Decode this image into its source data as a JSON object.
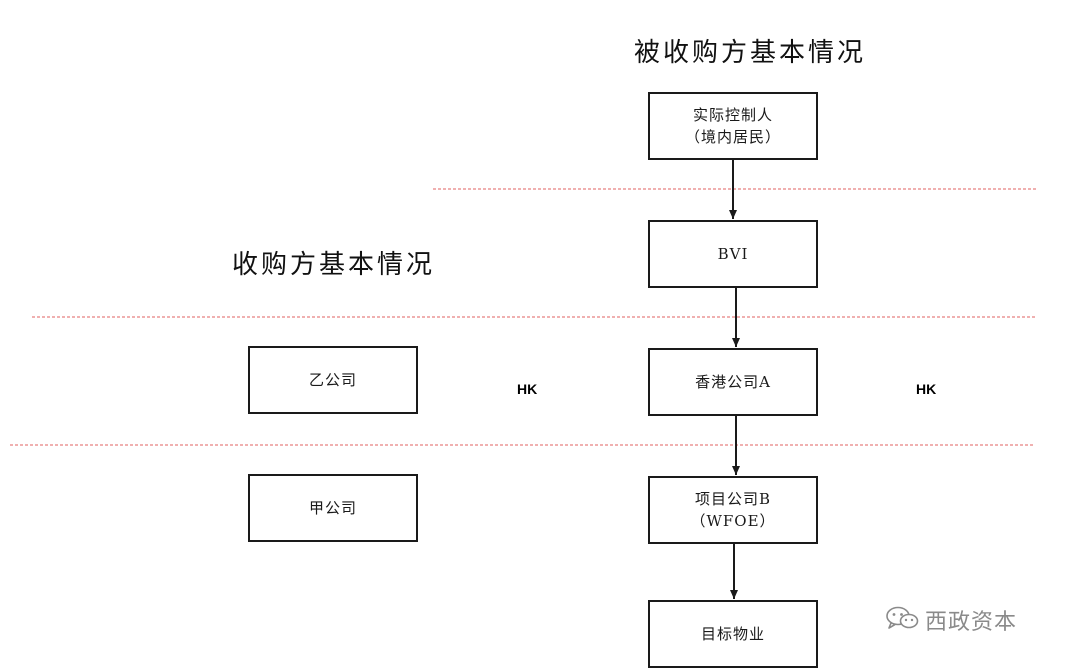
{
  "headings": {
    "target": "被收购方基本情况",
    "acquirer": "收购方基本情况"
  },
  "target_chain": {
    "controller": {
      "line1": "实际控制人",
      "line2": "（境内居民）"
    },
    "bvi": {
      "line1": "BVI"
    },
    "hk_company_a": {
      "line1": "香港公司A"
    },
    "project_company_b": {
      "line1": "项目公司B",
      "line2": "（WFOE）"
    },
    "target_property": {
      "line1": "目标物业"
    }
  },
  "acquirer_chain": {
    "company_yi": {
      "line1": "乙公司"
    },
    "company_jia": {
      "line1": "甲公司"
    }
  },
  "jurisdiction_labels": {
    "left": "HK",
    "right": "HK"
  },
  "colors": {
    "box_border": "#1a1a1a",
    "divider": "#e06060",
    "arrow": "#1a1a1a",
    "watermark": "#8a8a8a"
  },
  "watermark": {
    "icon": "wechat-icon",
    "text": "西政资本"
  }
}
